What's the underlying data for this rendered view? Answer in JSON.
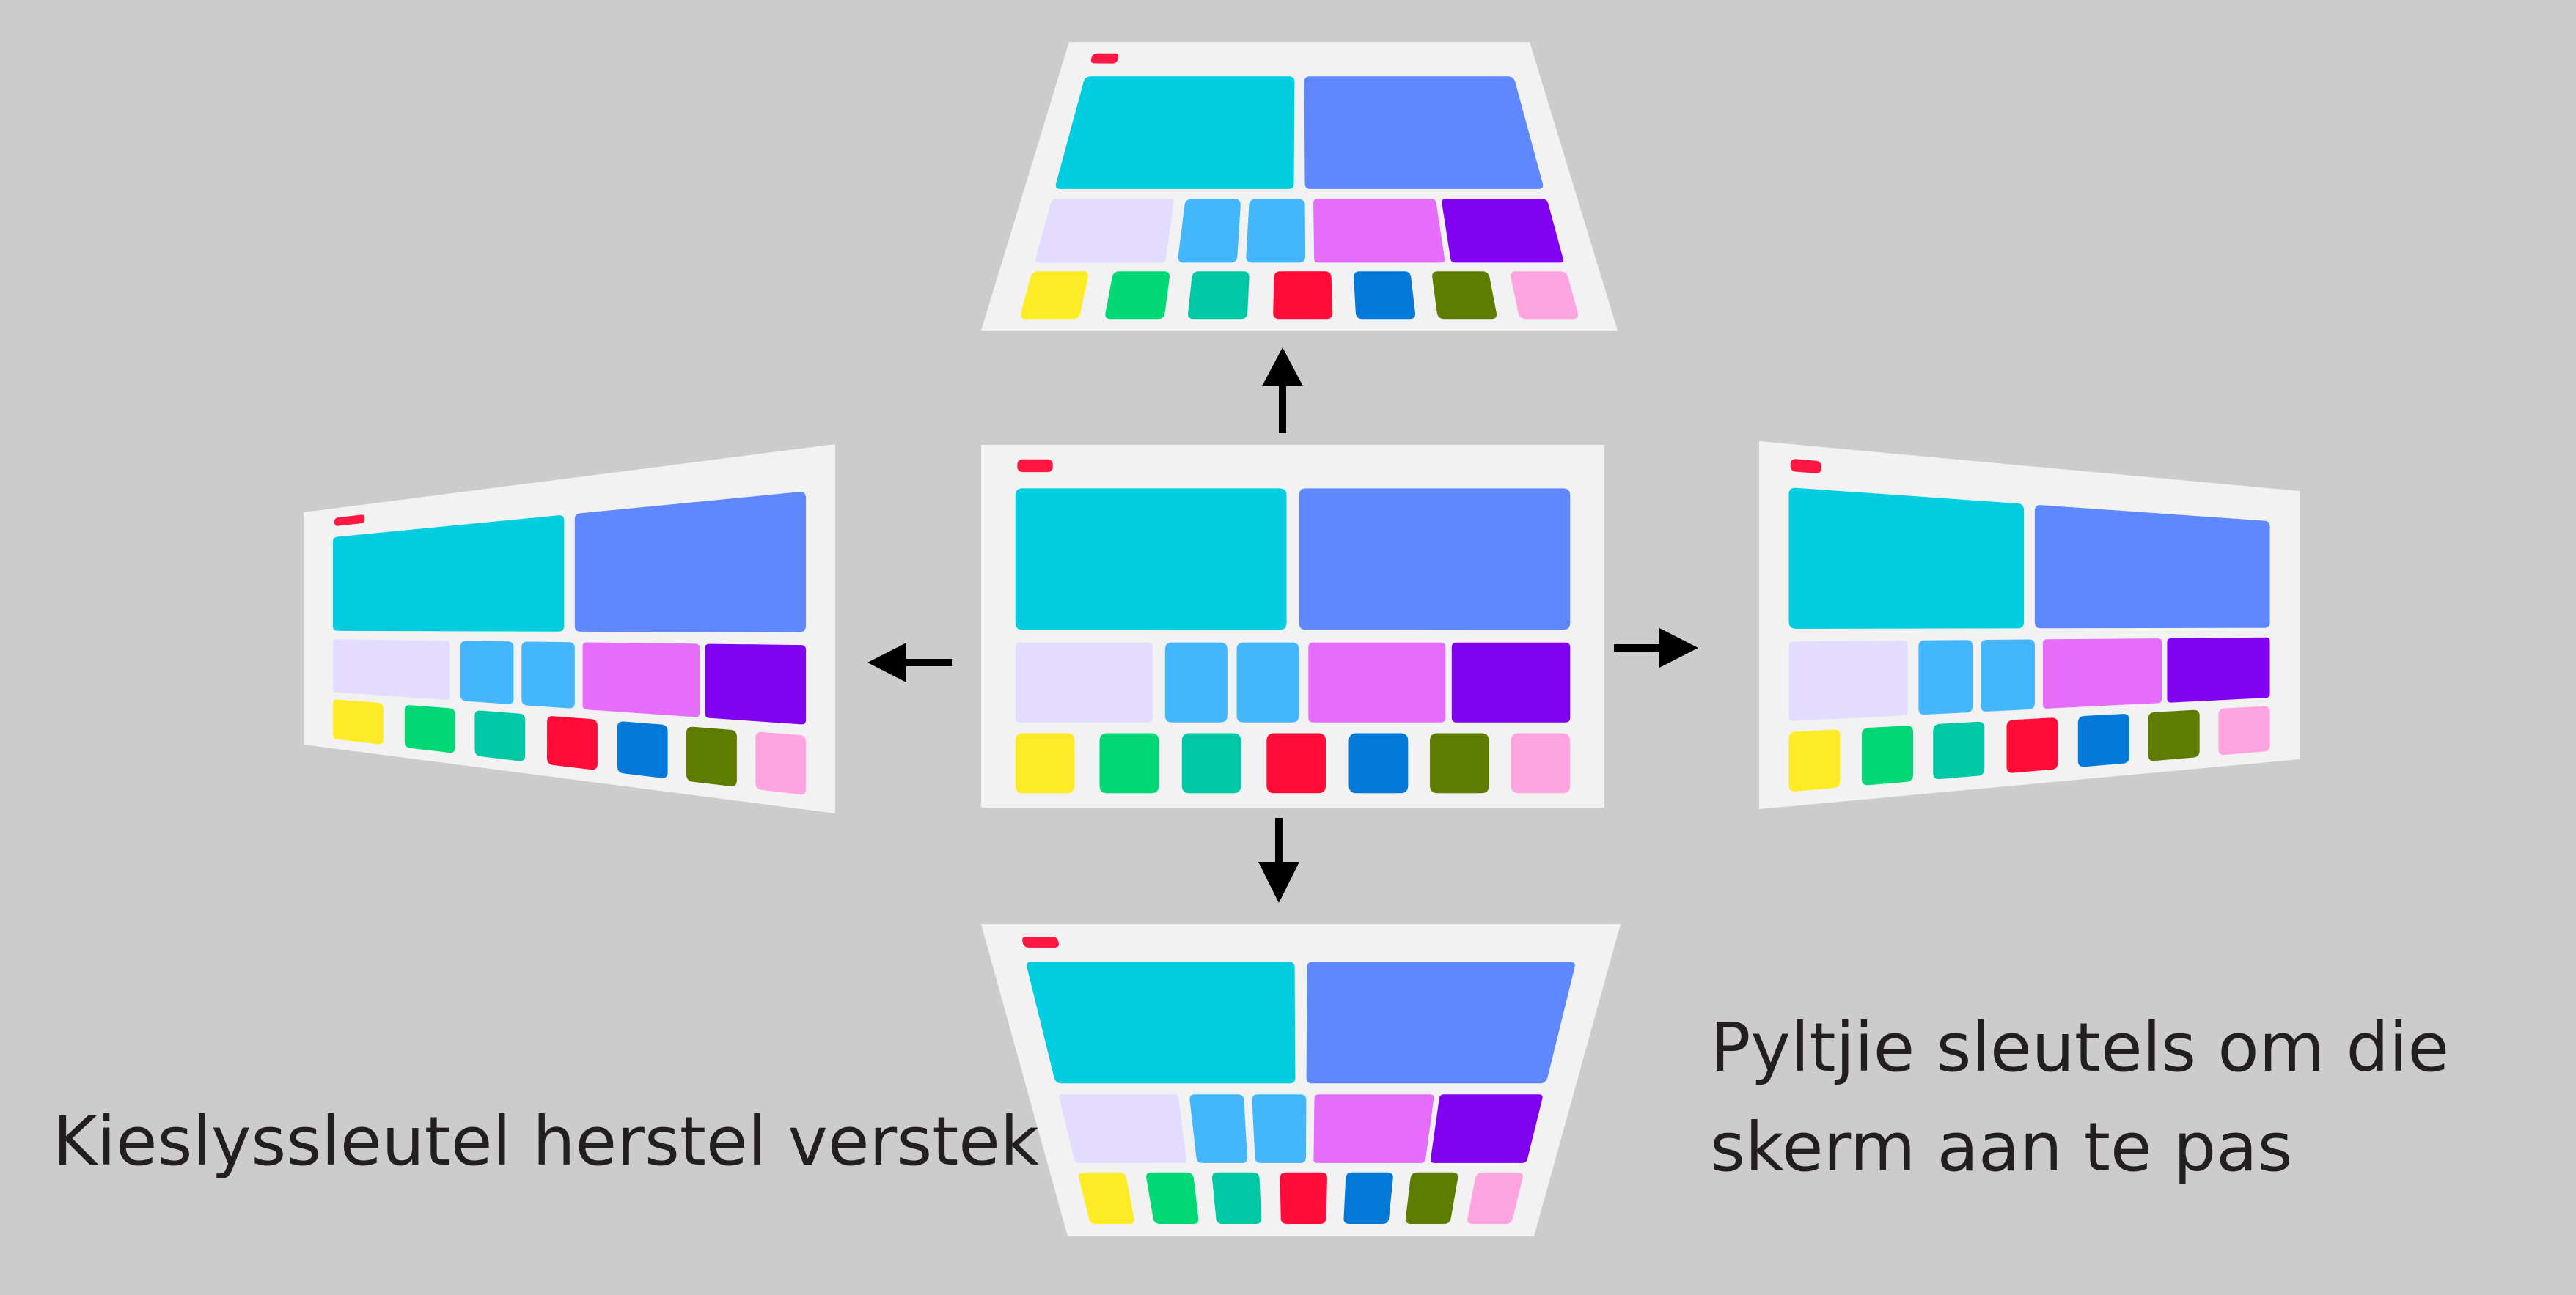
{
  "captions": {
    "reset_hint": "Kieslyssleutel herstel verstek",
    "arrow_hint_line1": "Pyltjie sleutels om die",
    "arrow_hint_line2": "skerm aan te pas"
  },
  "colors": {
    "background": "#cccccc",
    "screen": "#f2f2f2",
    "text": "#231f20",
    "arrow": "#000000"
  },
  "tiles": [
    {
      "name": "top-left-panel",
      "color": "#00cde0"
    },
    {
      "name": "top-right-panel",
      "color": "#6088fe"
    },
    {
      "name": "mid-lilac",
      "color": "#e4dcfe"
    },
    {
      "name": "mid-sky-1",
      "color": "#44b6fd"
    },
    {
      "name": "mid-sky-2",
      "color": "#44b6fd"
    },
    {
      "name": "mid-pink",
      "color": "#e56dfa"
    },
    {
      "name": "mid-purple",
      "color": "#7f01ef"
    },
    {
      "name": "bottom-yellow",
      "color": "#fdeb26"
    },
    {
      "name": "bottom-green",
      "color": "#00d876"
    },
    {
      "name": "bottom-teal",
      "color": "#00c8a5"
    },
    {
      "name": "bottom-red",
      "color": "#fe0b38"
    },
    {
      "name": "bottom-blue",
      "color": "#0079d9"
    },
    {
      "name": "bottom-olive",
      "color": "#5e7d00"
    },
    {
      "name": "bottom-lightpink",
      "color": "#fea4e0"
    }
  ],
  "indicator_color": "#ff1744"
}
